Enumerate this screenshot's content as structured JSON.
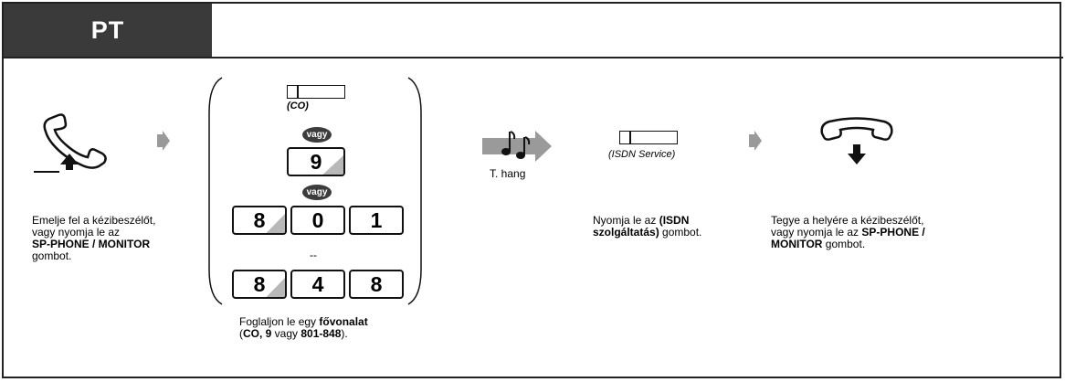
{
  "header": {
    "title": "PT"
  },
  "step1": {
    "text_line1": "Emelje fel a kézibeszélőt,",
    "text_line2": "vagy nyomja le az",
    "text_bold": "SP-PHONE / MONITOR",
    "text_line4": "gombot."
  },
  "step2": {
    "co_label": "(CO)",
    "or_label": "vagy",
    "key_9": "9",
    "keys_row1": [
      "8",
      "0",
      "1"
    ],
    "range_sep": "--",
    "keys_row2": [
      "8",
      "4",
      "8"
    ],
    "caption_pre": "Foglaljon le egy ",
    "caption_bold": "fővonalat",
    "caption_open": "(",
    "caption_co9": "CO, 9",
    "caption_mid": " vagy ",
    "caption_range": "801-848",
    "caption_close": ")."
  },
  "step3": {
    "tone_label": "T. hang"
  },
  "step4": {
    "isdn_label": "(ISDN Service)",
    "text_pre": "Nyomja le az ",
    "text_bold1": "(ISDN",
    "text_bold2": "szolgáltatás)",
    "text_post": " gombot."
  },
  "step5": {
    "text_line1": "Tegye a helyére a kézibeszélőt,",
    "text_line2_pre": "vagy nyomja le az ",
    "text_line2_bold": "SP-PHONE /",
    "text_line3_bold": "MONITOR",
    "text_line3_post": " gombot."
  },
  "icons": [
    "handset-offhook-icon",
    "handset-onhook-icon",
    "music-note-icon",
    "arrow-right-icon"
  ],
  "colors": {
    "header_bg": "#3a3a3a",
    "key_shade": "#b8b8b8",
    "arrow_gray": "#9a9a9a"
  }
}
